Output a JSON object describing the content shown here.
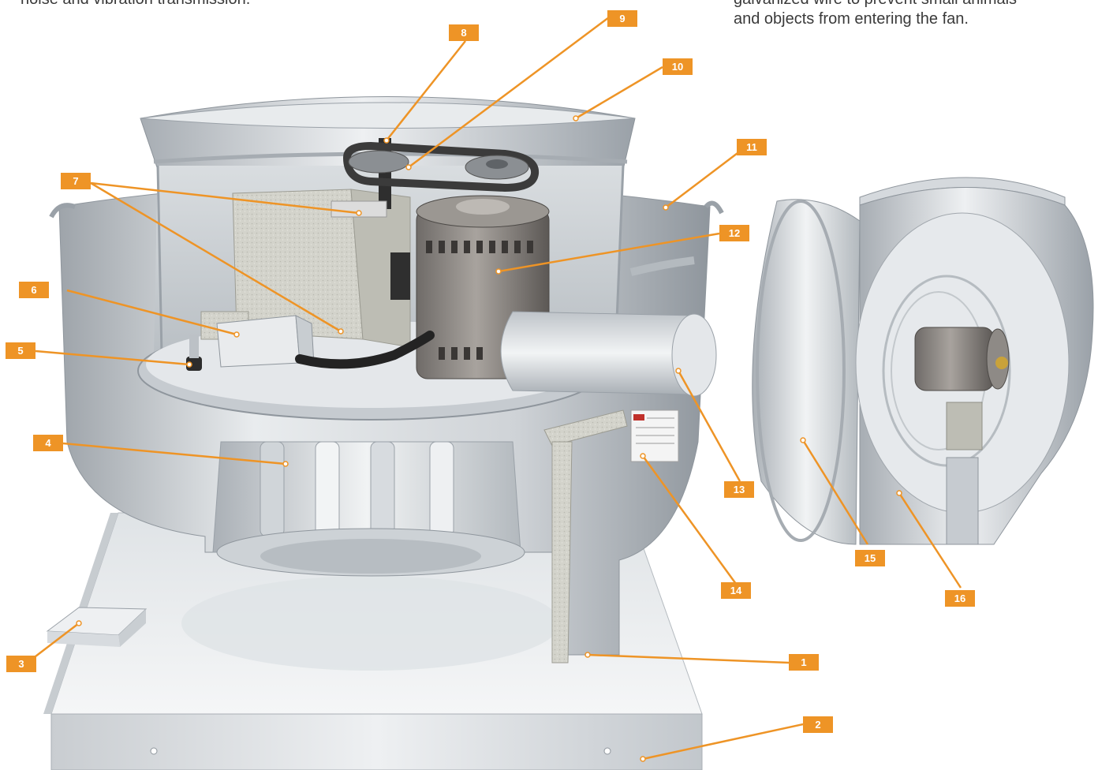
{
  "captions": {
    "left": "noise and vibration transmission.",
    "right_line1": "galvanized wire to prevent small animals",
    "right_line2": "and objects from entering the fan."
  },
  "callouts": [
    "1",
    "2",
    "3",
    "4",
    "5",
    "6",
    "7",
    "8",
    "9",
    "10",
    "11",
    "12",
    "13",
    "14",
    "15",
    "16"
  ],
  "colors": {
    "callout": "#ee9426",
    "leader": "#ee9426",
    "caption_text": "#3a3a3a",
    "metal_light": "#e6e9ec",
    "metal_mid": "#b9bec4",
    "metal_dark": "#7d848b",
    "motor": "#8e8a86",
    "belt": "#3b3b3b",
    "galvanized": "#cfcfc7"
  },
  "icons": [
    "fan-housing-illustration",
    "wheel-and-motor-illustration"
  ]
}
